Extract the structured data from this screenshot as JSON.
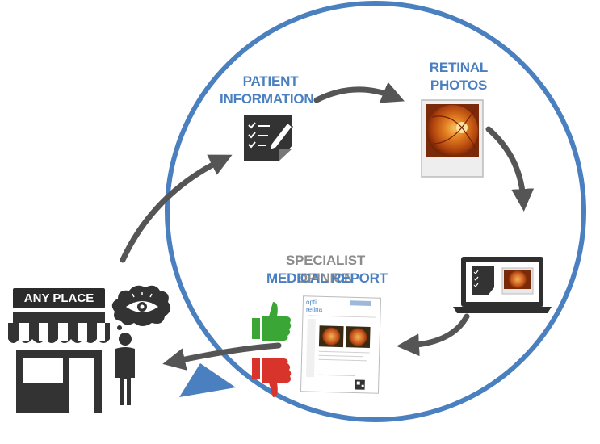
{
  "steps": {
    "patient_information": [
      "PATIENT",
      "INFORMATION"
    ],
    "retinal_photos": [
      "RETINAL",
      "PHOTOS"
    ],
    "specialist_opinion": "SPECIALIST OPINION",
    "medical_report": "MEDICAL REPORT",
    "any_place": "ANY PLACE"
  },
  "report_logo": [
    "opti",
    "retina"
  ],
  "icons": {
    "patient_information": "checklist-pencil-icon",
    "retinal_photos": "retina-photo-icon",
    "upload": "laptop-icon",
    "approved": "thumbs-up-icon",
    "rejected": "thumbs-down-icon",
    "location": "store-icon",
    "person": "person-icon",
    "vision": "eye-thought-icon"
  },
  "colors": {
    "circle": "#4a7fc0",
    "label_blue": "#4a7fc0",
    "label_grey": "#8c8c8c",
    "arrow": "#555555",
    "thumbs_up": "#3aa635",
    "thumbs_down": "#d9342b"
  }
}
